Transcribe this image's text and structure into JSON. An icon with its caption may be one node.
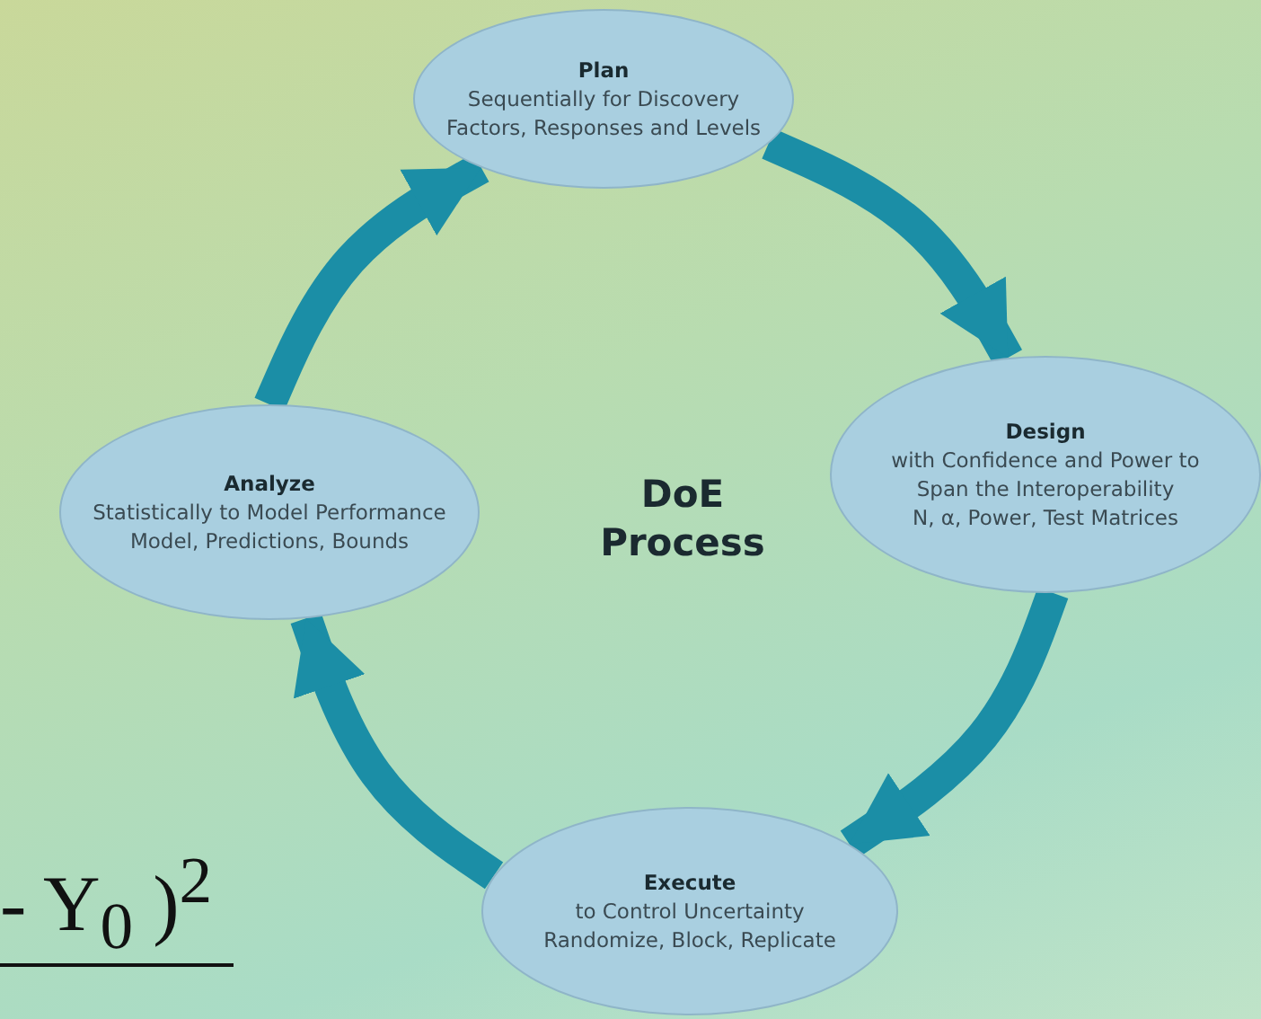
{
  "diagram": {
    "title": "DoE Process",
    "nodes": [
      {
        "text": [
          "Plan",
          "Sequentially for Discovery",
          "Factors, Responses and Levels"
        ]
      },
      {
        "text": [
          "Design",
          "with Confidence and Power to Span the Interoperability",
          "N, α, Power, Test Matrices"
        ]
      },
      {
        "text": [
          "Execute",
          "to Control Uncertainty",
          "Randomize, Block, Replicate"
        ]
      },
      {
        "text": [
          "Analyze",
          "Statistically to Model Performance",
          "Model, Predictions, Bounds"
        ]
      }
    ],
    "edges": [
      {
        "from": 0,
        "to": 1,
        "arrow": "to"
      },
      {
        "from": 1,
        "to": 2,
        "arrow": "to"
      },
      {
        "from": 2,
        "to": 3,
        "arrow": "to"
      },
      {
        "from": 3,
        "to": 0,
        "arrow": "to"
      }
    ],
    "labels": [
      "- Y$_{0}$ )$^{2}$"
    ]
  }
}
